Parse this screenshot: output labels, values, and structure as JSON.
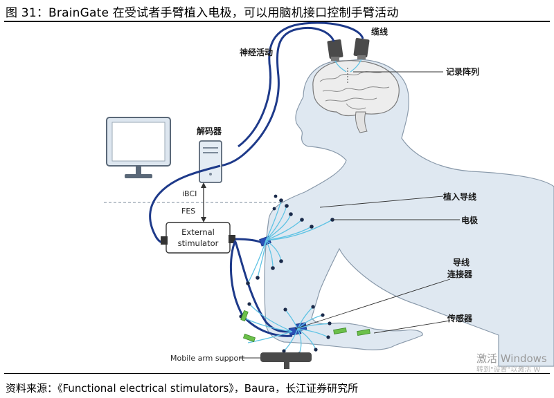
{
  "figure": {
    "title": "图 31：BrainGate 在受试者手臂植入电极，可以用脑机接口控制手臂活动",
    "source": "资料来源：《Functional electrical stimulators》，Baura，长江证券研究所"
  },
  "labels": {
    "cable": "缆线",
    "neural_activity": "神经活动",
    "recording_array": "记录阵列",
    "decoder": "解码器",
    "ibci": "iBCI",
    "fes": "FES",
    "external_stimulator_line1": "External",
    "external_stimulator_line2": "stimulator",
    "implanted_lead": "植入导线",
    "electrode": "电极",
    "lead_connector_line1": "导线",
    "lead_connector_line2": "连接器",
    "sensor": "传感器",
    "mobile_arm_support": "Mobile arm support"
  },
  "watermark": {
    "line1": "激活 Windows",
    "line2": "转到\"设置\"以激活 W"
  },
  "colors": {
    "cable_blue": "#1e3a8a",
    "lead_light_blue": "#5fc3e4",
    "body_fill": "#dfe8f1",
    "body_outline": "#8a9aab",
    "sensor_green": "#6cc04a"
  }
}
